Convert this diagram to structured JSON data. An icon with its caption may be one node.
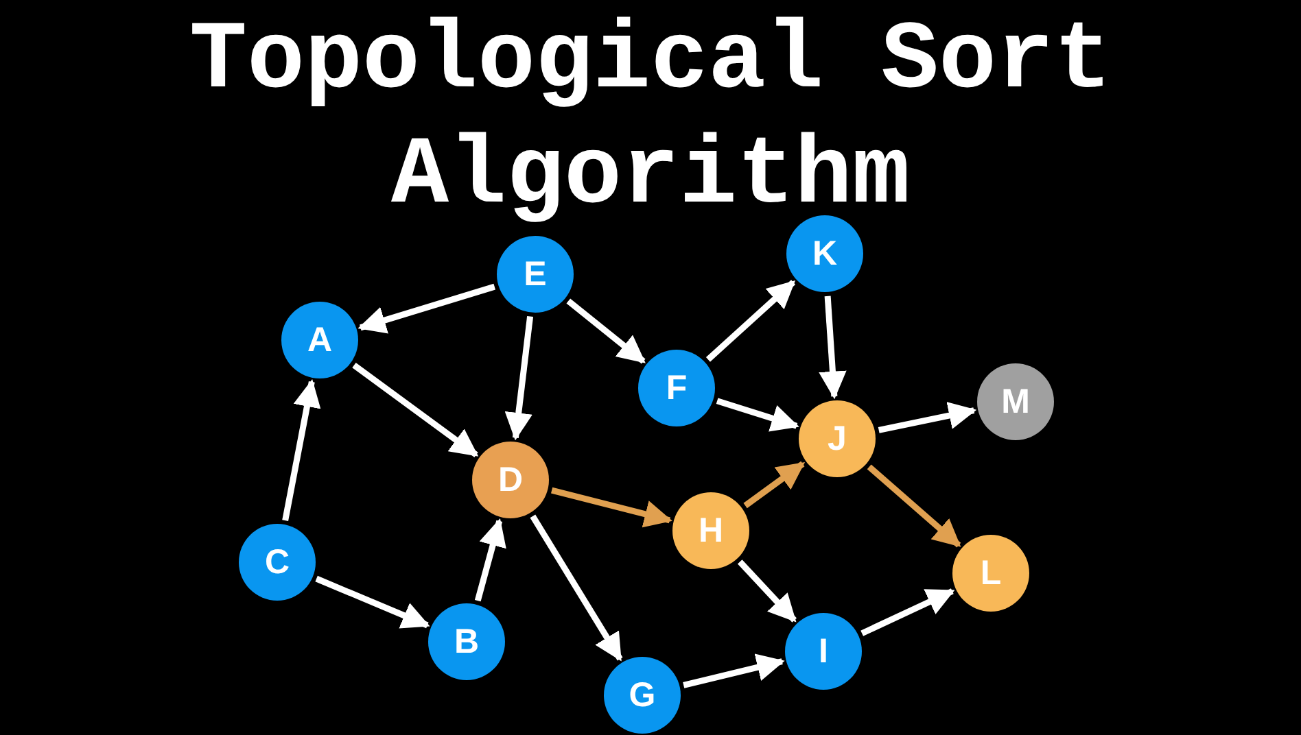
{
  "diagram": {
    "title": "Topological Sort Algorithm",
    "nodes": [
      {
        "text": [
          "E"
        ]
      },
      {
        "text": [
          "K"
        ]
      },
      {
        "text": [
          "A"
        ]
      },
      {
        "text": [
          "F"
        ]
      },
      {
        "text": [
          "M"
        ]
      },
      {
        "text": [
          "J"
        ]
      },
      {
        "text": [
          "D"
        ]
      },
      {
        "text": [
          "H"
        ]
      },
      {
        "text": [
          "C"
        ]
      },
      {
        "text": [
          "L"
        ]
      },
      {
        "text": [
          "B"
        ]
      },
      {
        "text": [
          "I"
        ]
      },
      {
        "text": [
          "G"
        ]
      }
    ],
    "edges": [
      {
        "from": 0,
        "to": 2,
        "arrow": "to"
      },
      {
        "from": 0,
        "to": 6,
        "arrow": "to"
      },
      {
        "from": 0,
        "to": 3,
        "arrow": "to"
      },
      {
        "from": 3,
        "to": 1,
        "arrow": "to"
      },
      {
        "from": 1,
        "to": 5,
        "arrow": "to"
      },
      {
        "from": 3,
        "to": 5,
        "arrow": "to"
      },
      {
        "from": 5,
        "to": 4,
        "arrow": "to"
      },
      {
        "from": 2,
        "to": 6,
        "arrow": "to"
      },
      {
        "from": 8,
        "to": 2,
        "arrow": "to"
      },
      {
        "from": 8,
        "to": 10,
        "arrow": "to"
      },
      {
        "from": 10,
        "to": 6,
        "arrow": "to"
      },
      {
        "from": 6,
        "to": 7,
        "arrow": "to",
        "color": "#e0a050"
      },
      {
        "from": 7,
        "to": 5,
        "arrow": "to",
        "color": "#e0a050"
      },
      {
        "from": 5,
        "to": 9,
        "arrow": "to",
        "color": "#e0a050"
      },
      {
        "from": 6,
        "to": 12,
        "arrow": "to"
      },
      {
        "from": 7,
        "to": 11,
        "arrow": "to"
      },
      {
        "from": 12,
        "to": 11,
        "arrow": "to"
      },
      {
        "from": 11,
        "to": 9,
        "arrow": "to"
      }
    ]
  }
}
